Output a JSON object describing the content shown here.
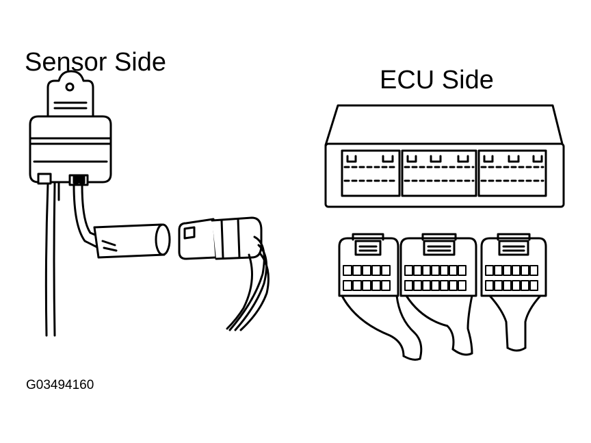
{
  "labels": {
    "sensor_side": "Sensor Side",
    "ecu_side": "ECU Side",
    "figure_code": "G03494160"
  },
  "colors": {
    "ink": "#000000",
    "paper": "#ffffff"
  }
}
